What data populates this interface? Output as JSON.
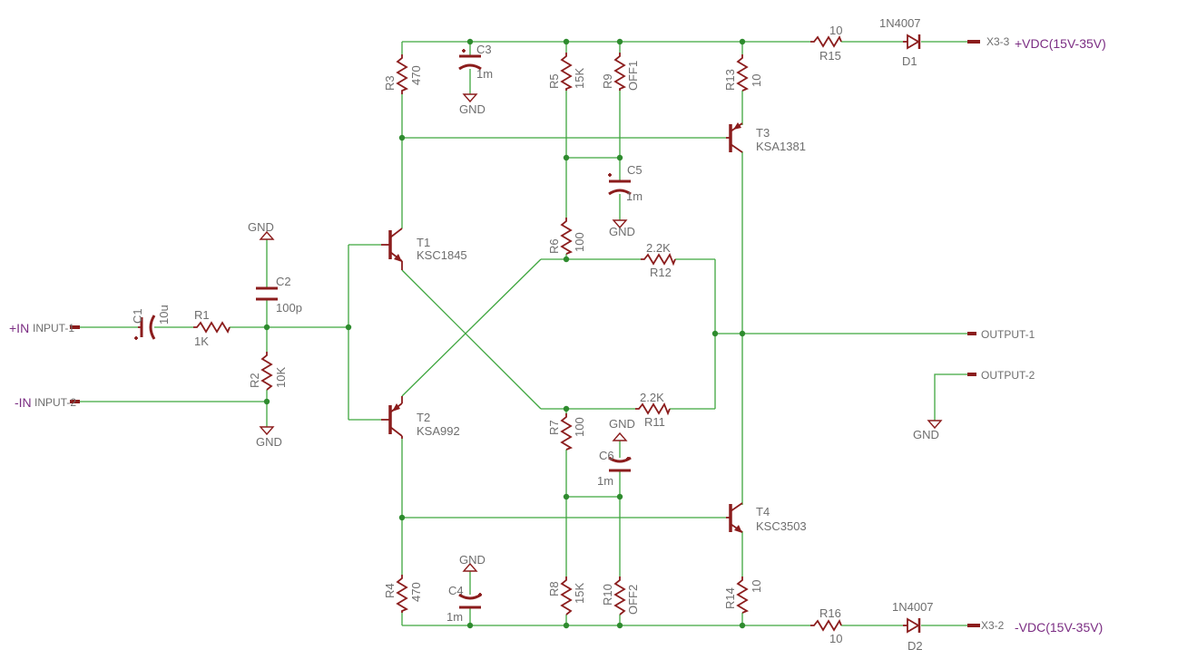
{
  "ports": {
    "in_plus_name": "+IN",
    "in_plus_pin": "INPUT-1",
    "in_minus_name": "-IN",
    "in_minus_pin": "INPUT-2",
    "out1_pin": "OUTPUT-1",
    "out2_pin": "OUTPUT-2",
    "vplus_pin": "X3-3",
    "vplus_name": "+VDC(15V-35V)",
    "vminus_pin": "X3-2",
    "vminus_name": "-VDC(15V-35V)"
  },
  "gnd": "GND",
  "components": {
    "C1": {
      "name": "C1",
      "value": "10u"
    },
    "R1": {
      "name": "R1",
      "value": "1K"
    },
    "C2": {
      "name": "C2",
      "value": "100p"
    },
    "R2": {
      "name": "R2",
      "value": "10K"
    },
    "T1": {
      "name": "T1",
      "value": "KSC1845"
    },
    "T2": {
      "name": "T2",
      "value": "KSA992"
    },
    "T3": {
      "name": "T3",
      "value": "KSA1381"
    },
    "T4": {
      "name": "T4",
      "value": "KSC3503"
    },
    "R3": {
      "name": "R3",
      "value": "470"
    },
    "R4": {
      "name": "R4",
      "value": "470"
    },
    "C3": {
      "name": "C3",
      "value": "1m"
    },
    "C4": {
      "name": "C4",
      "value": "1m"
    },
    "R5": {
      "name": "R5",
      "value": "15K"
    },
    "R9": {
      "name": "R9",
      "value": "OFF1"
    },
    "R6": {
      "name": "R6",
      "value": "100"
    },
    "C5": {
      "name": "C5",
      "value": "1m"
    },
    "R7": {
      "name": "R7",
      "value": "100"
    },
    "C6": {
      "name": "C6",
      "value": "1m"
    },
    "R8": {
      "name": "R8",
      "value": "15K"
    },
    "R10": {
      "name": "R10",
      "value": "OFF2"
    },
    "R12": {
      "name": "R12",
      "value": "2.2K"
    },
    "R11": {
      "name": "R11",
      "value": "2.2K"
    },
    "R13": {
      "name": "R13",
      "value": "10"
    },
    "R14": {
      "name": "R14",
      "value": "10"
    },
    "R15": {
      "name": "R15",
      "value": "10"
    },
    "R16": {
      "name": "R16",
      "value": "10"
    },
    "D1": {
      "name": "D1",
      "value": "1N4007"
    },
    "D2": {
      "name": "D2",
      "value": "1N4007"
    }
  }
}
